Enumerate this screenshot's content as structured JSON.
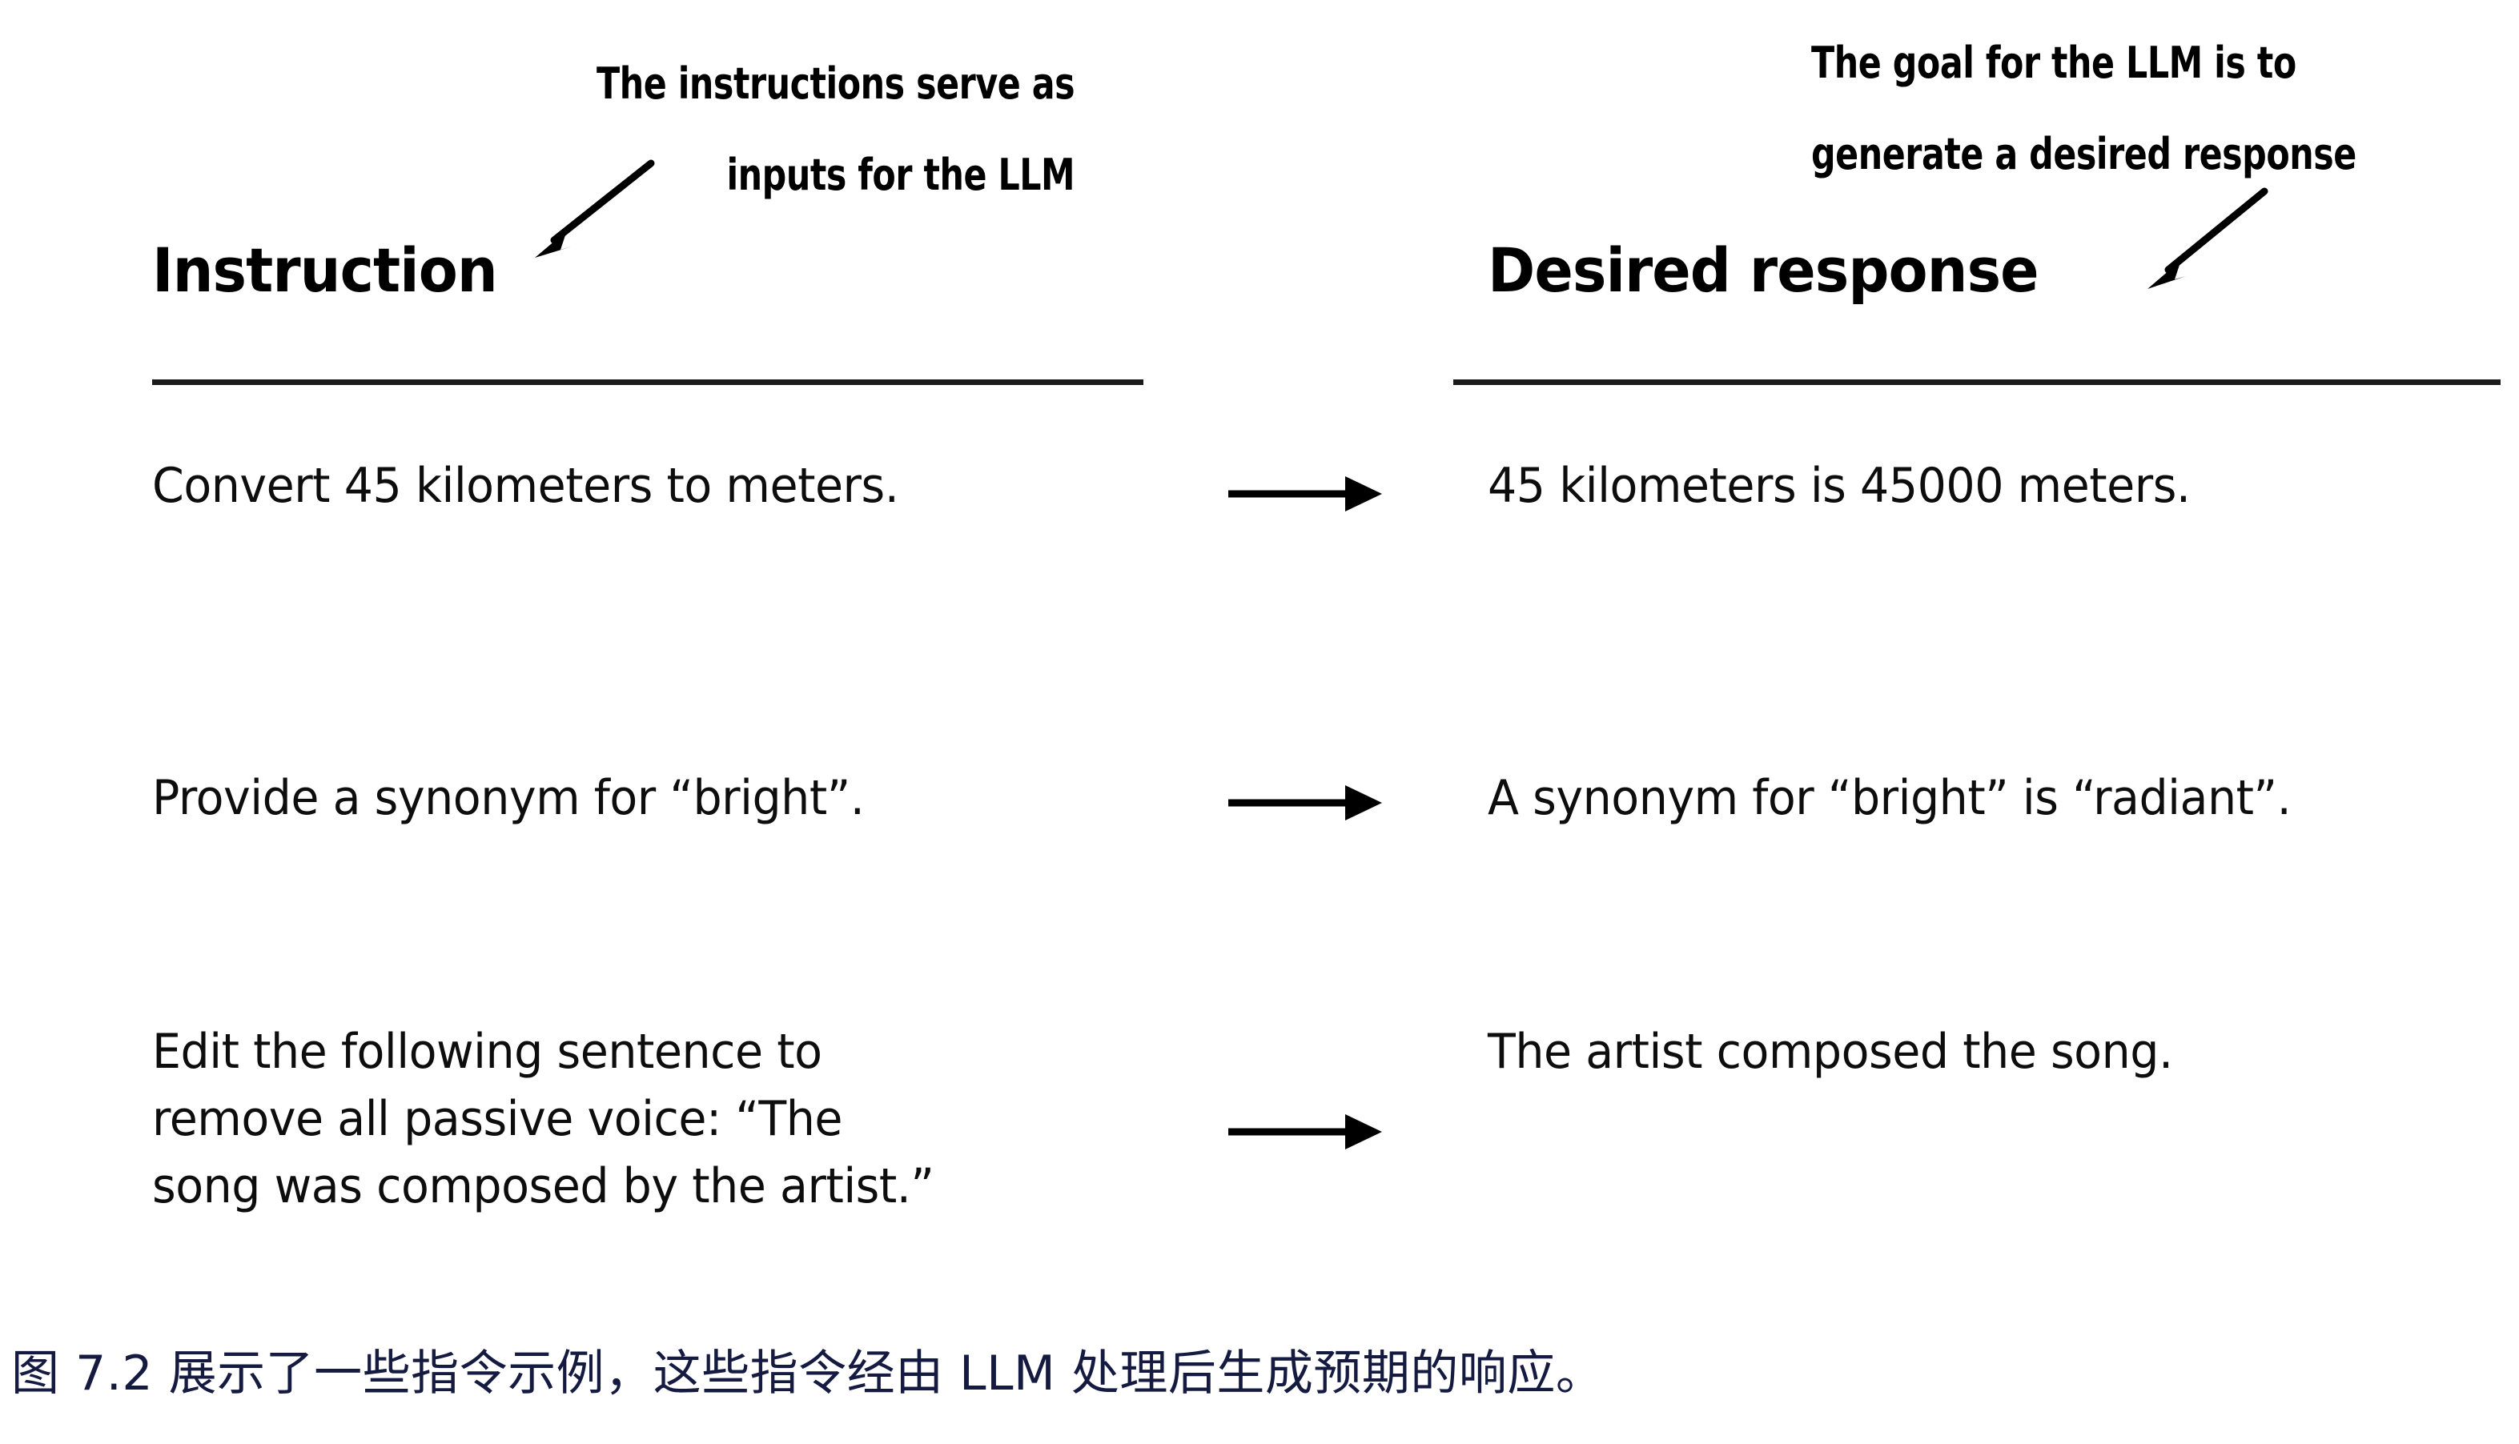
{
  "figure": {
    "annotations": [
      {
        "id": "instruction-annotation",
        "lines": [
          "The instructions serve as",
          "inputs for the LLM"
        ],
        "arrow": "diagonal-down-left-arrow"
      },
      {
        "id": "response-annotation",
        "lines": [
          "The goal for the LLM is to",
          "generate a desired response"
        ],
        "arrow": "diagonal-down-left-arrow"
      }
    ],
    "columns": {
      "instruction_header": "Instruction",
      "response_header": "Desired response"
    },
    "rows": [
      {
        "instruction_lines": [
          "Convert 45 kilometers to meters."
        ],
        "arrow": "right-arrow",
        "response_lines": [
          "45 kilometers is 45000 meters."
        ]
      },
      {
        "instruction_lines": [
          "Provide a synonym for “bright”."
        ],
        "arrow": "right-arrow",
        "response_lines": [
          "A synonym for “bright” is “radiant”."
        ]
      },
      {
        "instruction_lines": [
          "Edit the following sentence to",
          "remove all passive voice: “The",
          "song was composed by the artist.”"
        ],
        "arrow": "right-arrow",
        "response_lines": [
          "The artist composed the song."
        ]
      }
    ]
  },
  "caption": {
    "text": "图 7.2 展示了一些指令示例，这些指令经由 LLM 处理后生成预期的响应。",
    "color": "#151a40"
  },
  "colors": {
    "ink": "#000000",
    "rule": "#1a1a1a",
    "caption": "#151a40",
    "background": "#ffffff"
  }
}
